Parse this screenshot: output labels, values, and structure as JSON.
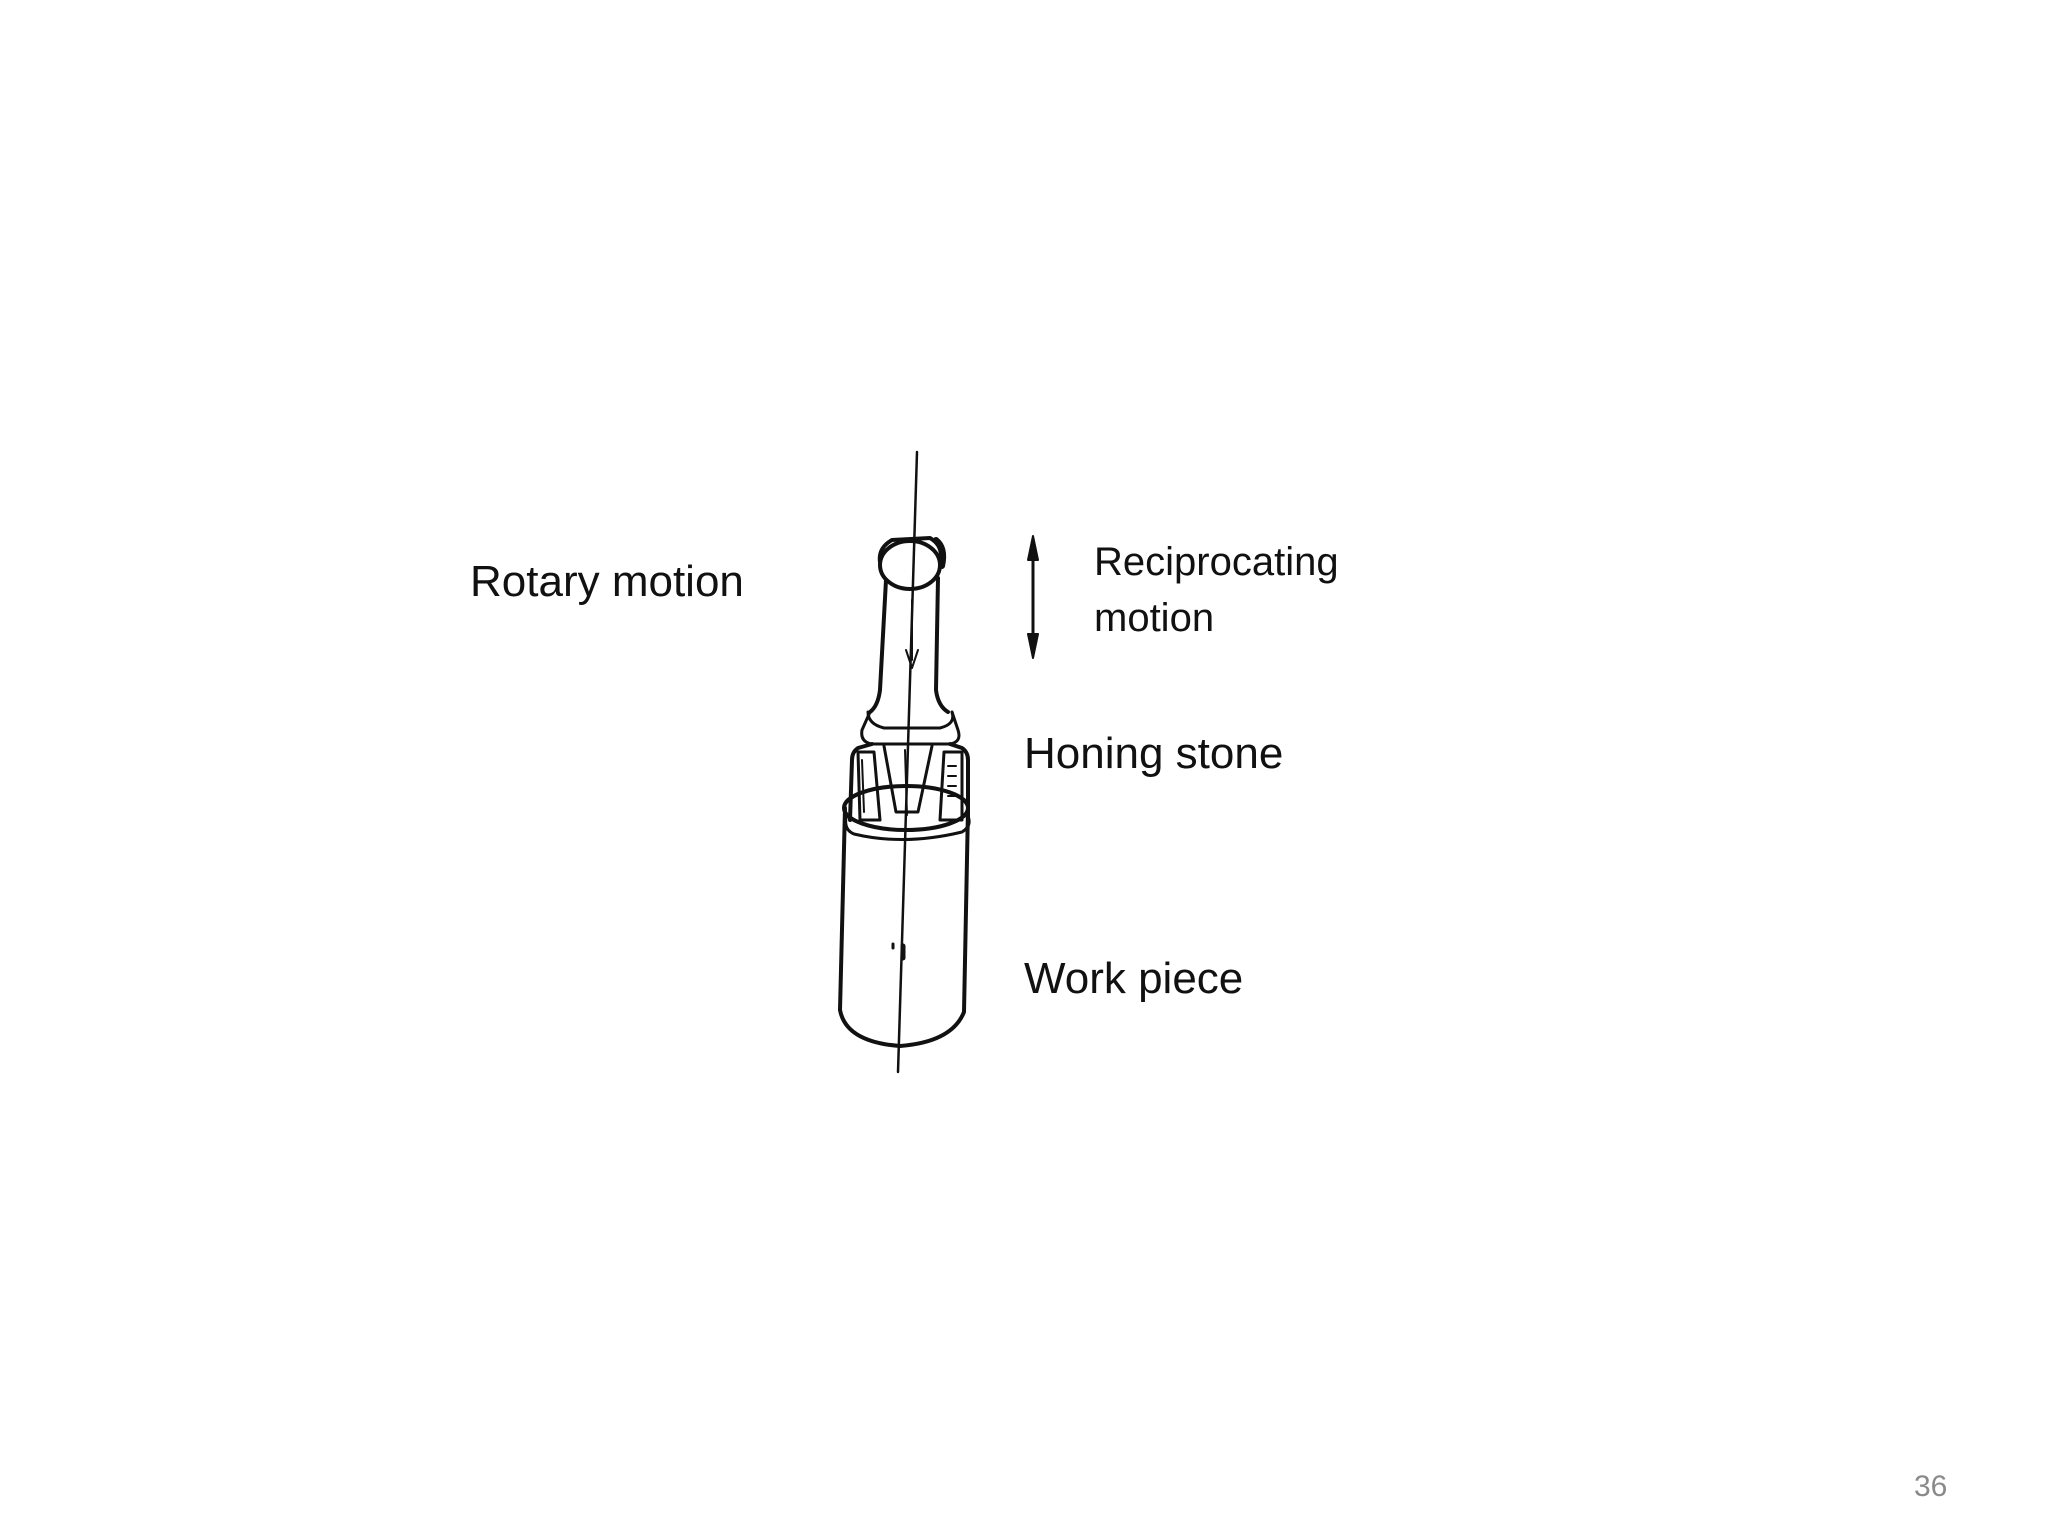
{
  "labels": {
    "rotary_motion": "Rotary motion",
    "reciprocating_line1": "Reciprocating",
    "reciprocating_line2": "motion",
    "honing_stone": "Honing stone",
    "work_piece": "Work piece"
  },
  "slide_number": "36",
  "colors": {
    "ink": "#111111",
    "slide_number": "#8a8a8a",
    "background": "#ffffff"
  }
}
